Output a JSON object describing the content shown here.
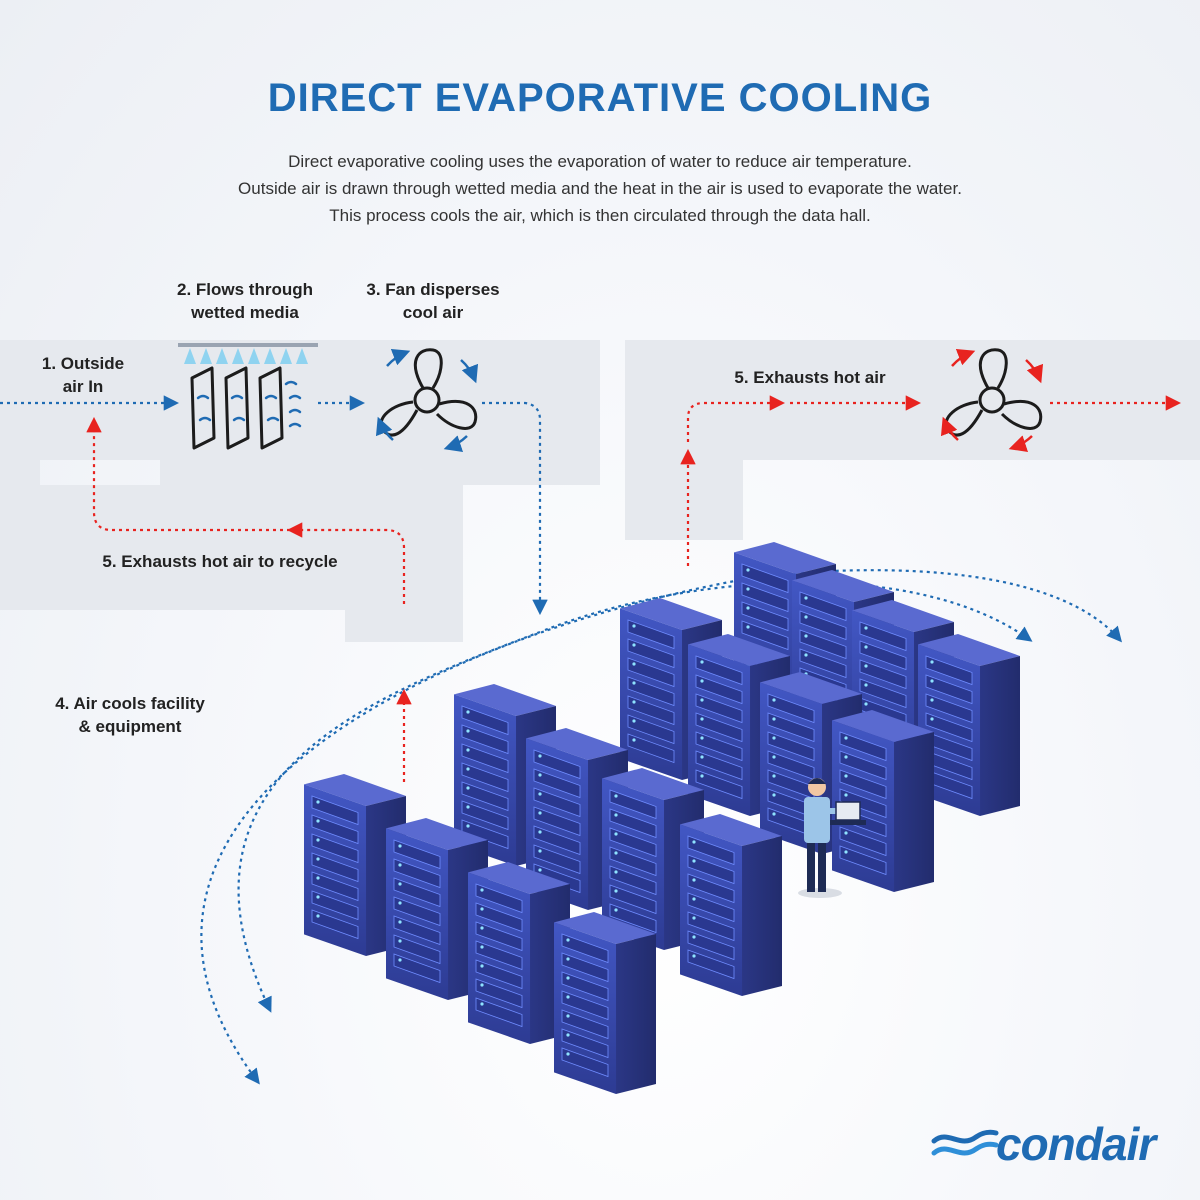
{
  "title": "DIRECT EVAPORATIVE COOLING",
  "intro": [
    "Direct evaporative cooling uses the evaporation of water to reduce air temperature.",
    "Outside air is drawn through wetted media and the heat in the air is used to evaporate the water.",
    "This process cools the air, which is then circulated through the data hall."
  ],
  "steps": {
    "step1": [
      "1. Outside",
      "air In"
    ],
    "step2": [
      "2. Flows through",
      "wetted media"
    ],
    "step3": [
      "3. Fan disperses",
      "cool air"
    ],
    "step4": [
      "4. Air cools facility",
      "& equipment"
    ],
    "step5_recycle": "5. Exhausts hot air to recycle",
    "step5_exhaust": "5. Exhausts hot air"
  },
  "colors": {
    "accent": "#1f6bb3",
    "cool_air": "#1f6bb3",
    "hot_air": "#e8231f",
    "duct": "#e6e9ee",
    "server": "#3b4aa8"
  },
  "icons": [
    "wetted-media-icon",
    "water-spray-icon",
    "cooling-fan-icon",
    "exhaust-fan-icon",
    "server-rack-icon",
    "technician-icon",
    "condair-wave-icon"
  ],
  "logo": "condair"
}
